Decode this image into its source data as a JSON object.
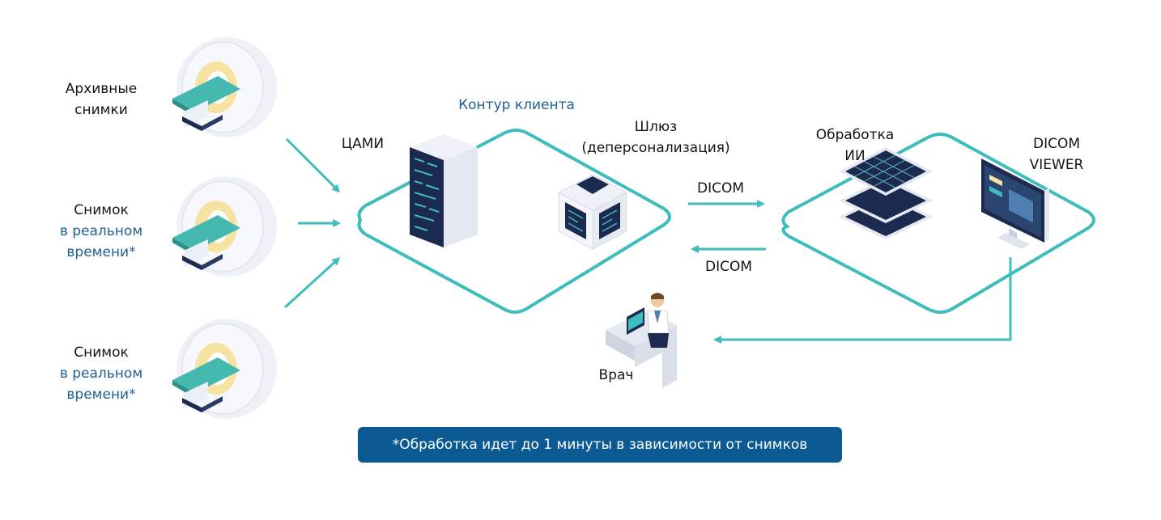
{
  "sources": [
    {
      "line1": "Архивные",
      "line2": "снимки",
      "line3": ""
    },
    {
      "line1": "Снимок",
      "line2": "в реальном",
      "line3": "времени*"
    },
    {
      "line1": "Снимок",
      "line2": "в реальном",
      "line3": "времени*"
    }
  ],
  "client_contour_label": "Контур клиента",
  "cami_label": "ЦАМИ",
  "gateway": {
    "line1": "Шлюз",
    "line2": "(деперсонализация)"
  },
  "dicom_forward": "DICOM",
  "dicom_back": "DICOM",
  "ai_processing": {
    "line1": "Обработка",
    "line2": "ИИ"
  },
  "viewer": {
    "line1": "DICOM",
    "line2": "VIEWER"
  },
  "doctor_label": "Врач",
  "note": "*Обработка идет до 1 минуты в зависимости от снимков",
  "colors": {
    "teal": "#3fbcbc",
    "dark_navy": "#1b2a4e",
    "note_blue": "#0b5a94",
    "text_blue": "#1f5f96"
  }
}
